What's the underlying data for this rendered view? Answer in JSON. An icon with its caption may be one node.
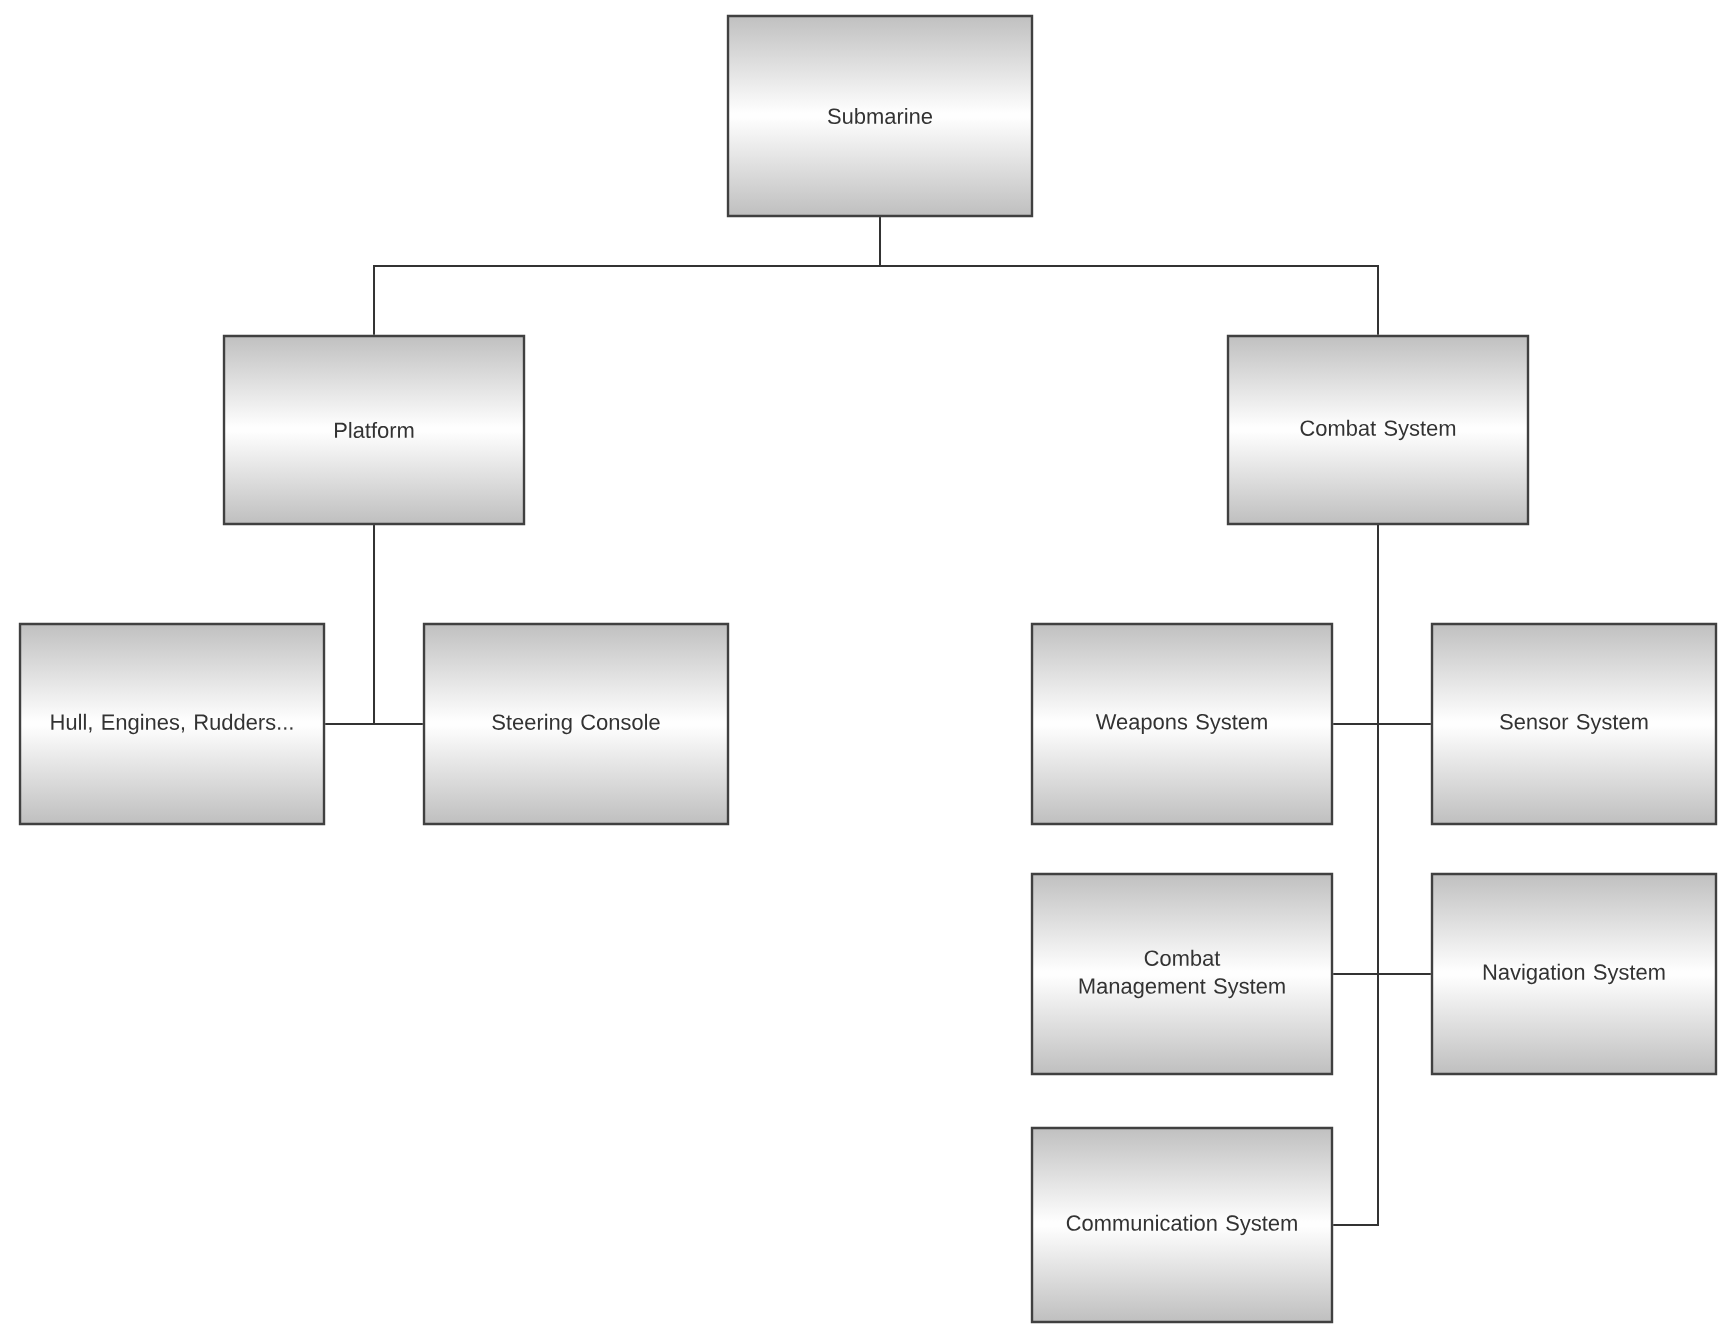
{
  "diagram": {
    "nodes": [
      {
        "text": [
          "Submarine"
        ]
      },
      {
        "text": [
          "Platform"
        ]
      },
      {
        "text": [
          "Combat System"
        ]
      },
      {
        "text": [
          "Hull, Engines, Rudders..."
        ]
      },
      {
        "text": [
          "Steering Console"
        ]
      },
      {
        "text": [
          "Weapons System"
        ]
      },
      {
        "text": [
          "Sensor System"
        ]
      },
      {
        "text": [
          "Combat Management System"
        ]
      },
      {
        "text": [
          "Navigation System"
        ]
      },
      {
        "text": [
          "Communication System"
        ]
      }
    ],
    "edges": [
      {
        "from": 0,
        "to": 1,
        "arrow": "none"
      },
      {
        "from": 0,
        "to": 2,
        "arrow": "none"
      },
      {
        "from": 1,
        "to": 3,
        "arrow": "none"
      },
      {
        "from": 1,
        "to": 4,
        "arrow": "none"
      },
      {
        "from": 2,
        "to": 5,
        "arrow": "none"
      },
      {
        "from": 2,
        "to": 6,
        "arrow": "none"
      },
      {
        "from": 2,
        "to": 7,
        "arrow": "none"
      },
      {
        "from": 2,
        "to": 8,
        "arrow": "none"
      },
      {
        "from": 2,
        "to": 9,
        "arrow": "none"
      }
    ]
  }
}
